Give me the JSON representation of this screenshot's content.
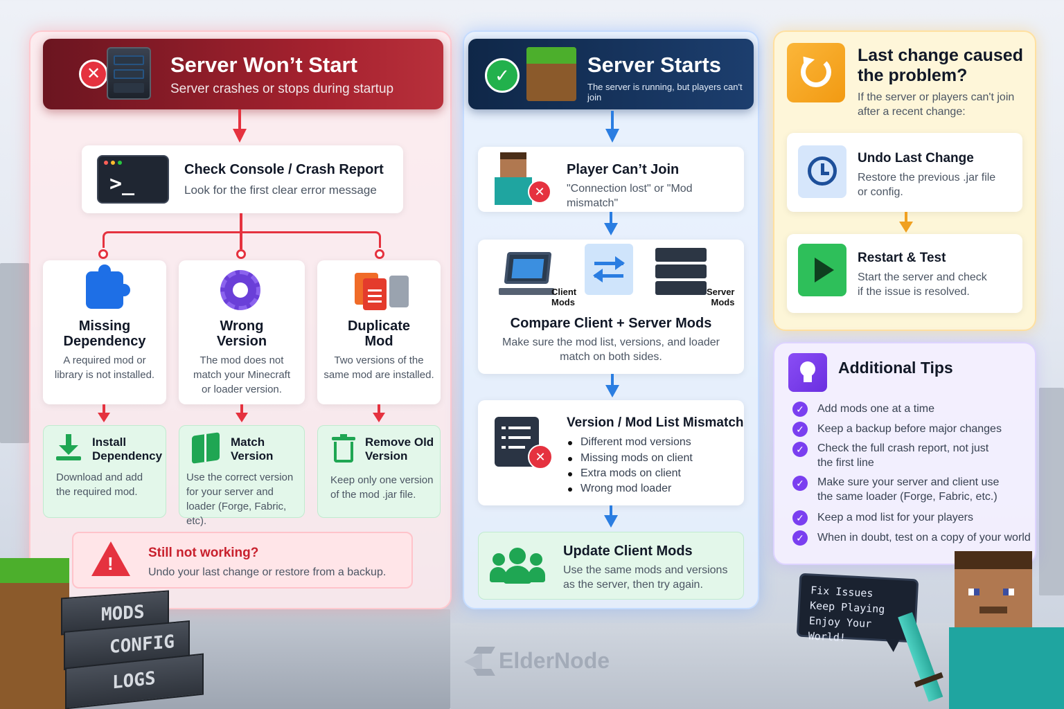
{
  "server_wont_start": {
    "title": "Server Won’t Start",
    "subtitle": "Server crashes or stops during startup",
    "check_console": {
      "title": "Check Console / Crash Report",
      "text": "Look for the first clear error message"
    },
    "causes": [
      {
        "title": "Missing\nDependency",
        "text": "A required mod or\nlibrary is not installed."
      },
      {
        "title": "Wrong\nVersion",
        "text": "The mod does not\nmatch your Minecraft\nor loader version."
      },
      {
        "title": "Duplicate\nMod",
        "text": "Two versions of the\nsame mod are installed."
      }
    ],
    "fixes": [
      {
        "title": "Install\nDependency",
        "text": "Download and add\nthe required mod."
      },
      {
        "title": "Match\nVersion",
        "text": "Use the correct version\nfor your server and\nloader (Forge, Fabric, etc)."
      },
      {
        "title": "Remove Old\nVersion",
        "text": "Keep only one version\nof the mod .jar file."
      }
    ],
    "still": {
      "title": "Still not working?",
      "text": "Undo your last change or restore from a backup."
    }
  },
  "server_starts": {
    "title": "Server Starts",
    "subtitle": "The server is running, but players can't join",
    "player": {
      "title": "Player Can’t Join",
      "text": "\"Connection lost\" or \"Mod mismatch\""
    },
    "compare": {
      "client_label": "Client\nMods",
      "server_label": "Server\nMods",
      "title": "Compare Client + Server Mods",
      "text": "Make sure the mod list, versions, and loader\nmatch on both sides."
    },
    "mismatch": {
      "title": "Version / Mod List Mismatch",
      "bullets": [
        "Different mod versions",
        "Missing mods on client",
        "Extra mods on client",
        "Wrong mod loader"
      ]
    },
    "update": {
      "title": "Update Client Mods",
      "text": "Use the same mods and versions\nas the server, then try again."
    }
  },
  "last_change": {
    "title": "Last change caused\nthe problem?",
    "text": "If the server or players can't join\nafter a recent change:",
    "undo": {
      "title": "Undo Last Change",
      "text": "Restore the previous .jar file\nor config."
    },
    "restart": {
      "title": "Restart & Test",
      "text": "Start the server and check\nif the issue is resolved."
    }
  },
  "tips": {
    "title": "Additional Tips",
    "items": [
      "Add mods one at a time",
      "Keep a backup before major changes",
      "Check the full crash report, not just\nthe first line",
      "Make sure your server and client use\nthe same loader (Forge, Fabric, etc.)",
      "Keep a mod list for your players",
      "When in doubt, test on a copy of your world"
    ]
  },
  "blocks": [
    "MODS",
    "CONFIG",
    "LOGS"
  ],
  "speech": "Fix Issues\nKeep Playing\nEnjoy Your World!",
  "brand": "ElderNode",
  "colors": {
    "red": "#e5323f",
    "blue": "#2a7de1",
    "green": "#1fa653",
    "orange": "#f7a823",
    "purple": "#7a3ff0"
  }
}
